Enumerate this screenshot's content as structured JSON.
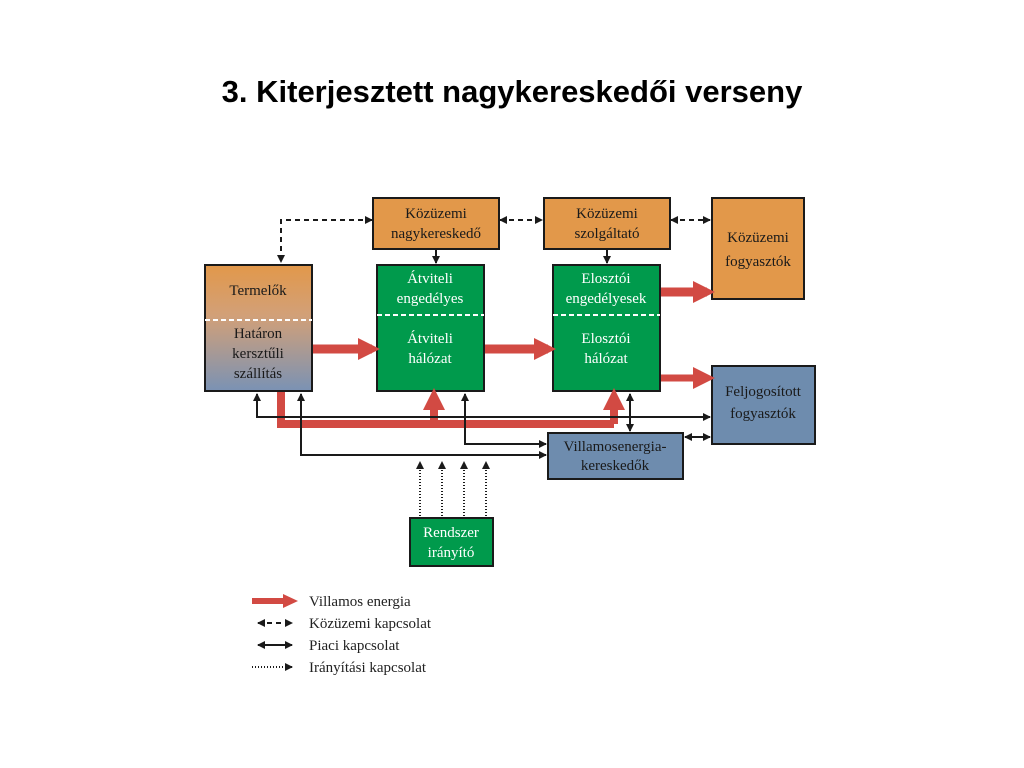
{
  "title": "3. Kiterjesztett nagykereskedői verseny",
  "colors": {
    "orange": "#E2984A",
    "green": "#009A4C",
    "blue": "#6E8CAE",
    "red": "#D24A43",
    "dark": "#1a1a1a"
  },
  "nodes": {
    "kozuzemi_nagykereskedo": {
      "line1": "Közüzemi",
      "line2": "nagykereskedő"
    },
    "kozuzemi_szolgaltato": {
      "line1": "Közüzemi",
      "line2": "szolgáltató"
    },
    "kozuzemi_fogyasztok": {
      "line1": "Közüzemi",
      "line2": "fogyasztók"
    },
    "termelok": {
      "line1": "Termelők"
    },
    "hataron": {
      "line1": "Határon",
      "line2": "kersztűli",
      "line3": "szállítás"
    },
    "atviteli_top": {
      "line1": "Átviteli",
      "line2": "engedélyes"
    },
    "atviteli_bottom": {
      "line1": "Átviteli",
      "line2": "hálózat"
    },
    "elosztoi_top": {
      "line1": "Elosztói",
      "line2": "engedélyesek"
    },
    "elosztoi_bottom": {
      "line1": "Elosztói",
      "line2": "hálózat"
    },
    "feljogositott": {
      "line1": "Feljogosított",
      "line2": "fogyasztók"
    },
    "villamosenergia": {
      "line1": "Villamosenergia-",
      "line2": "kereskedők"
    },
    "rendszer": {
      "line1": "Rendszer",
      "line2": "irányító"
    }
  },
  "legend": [
    {
      "style": "energy",
      "label": "Villamos energia"
    },
    {
      "style": "public",
      "label": "Közüzemi kapcsolat"
    },
    {
      "style": "market",
      "label": "Piaci kapcsolat"
    },
    {
      "style": "control",
      "label": "Irányítási kapcsolat"
    }
  ]
}
